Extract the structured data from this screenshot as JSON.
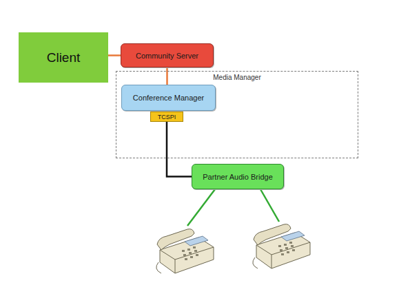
{
  "diagram": {
    "nodes": [
      {
        "text": [
          "Client"
        ]
      },
      {
        "text": [
          "Community Server"
        ]
      },
      {
        "text": [
          "Media Manager"
        ]
      },
      {
        "text": [
          "Conference Manager"
        ],
        "in": 2
      },
      {
        "text": [
          "TCSPI"
        ],
        "in": 2
      },
      {
        "text": [
          "Partner Audio Bridge"
        ]
      }
    ],
    "edges": [
      {
        "from": 0,
        "to": 1,
        "arrow": "none"
      },
      {
        "from": 1,
        "to": 3,
        "arrow": "none"
      },
      {
        "from": 4,
        "to": 5,
        "arrow": "none"
      }
    ]
  }
}
